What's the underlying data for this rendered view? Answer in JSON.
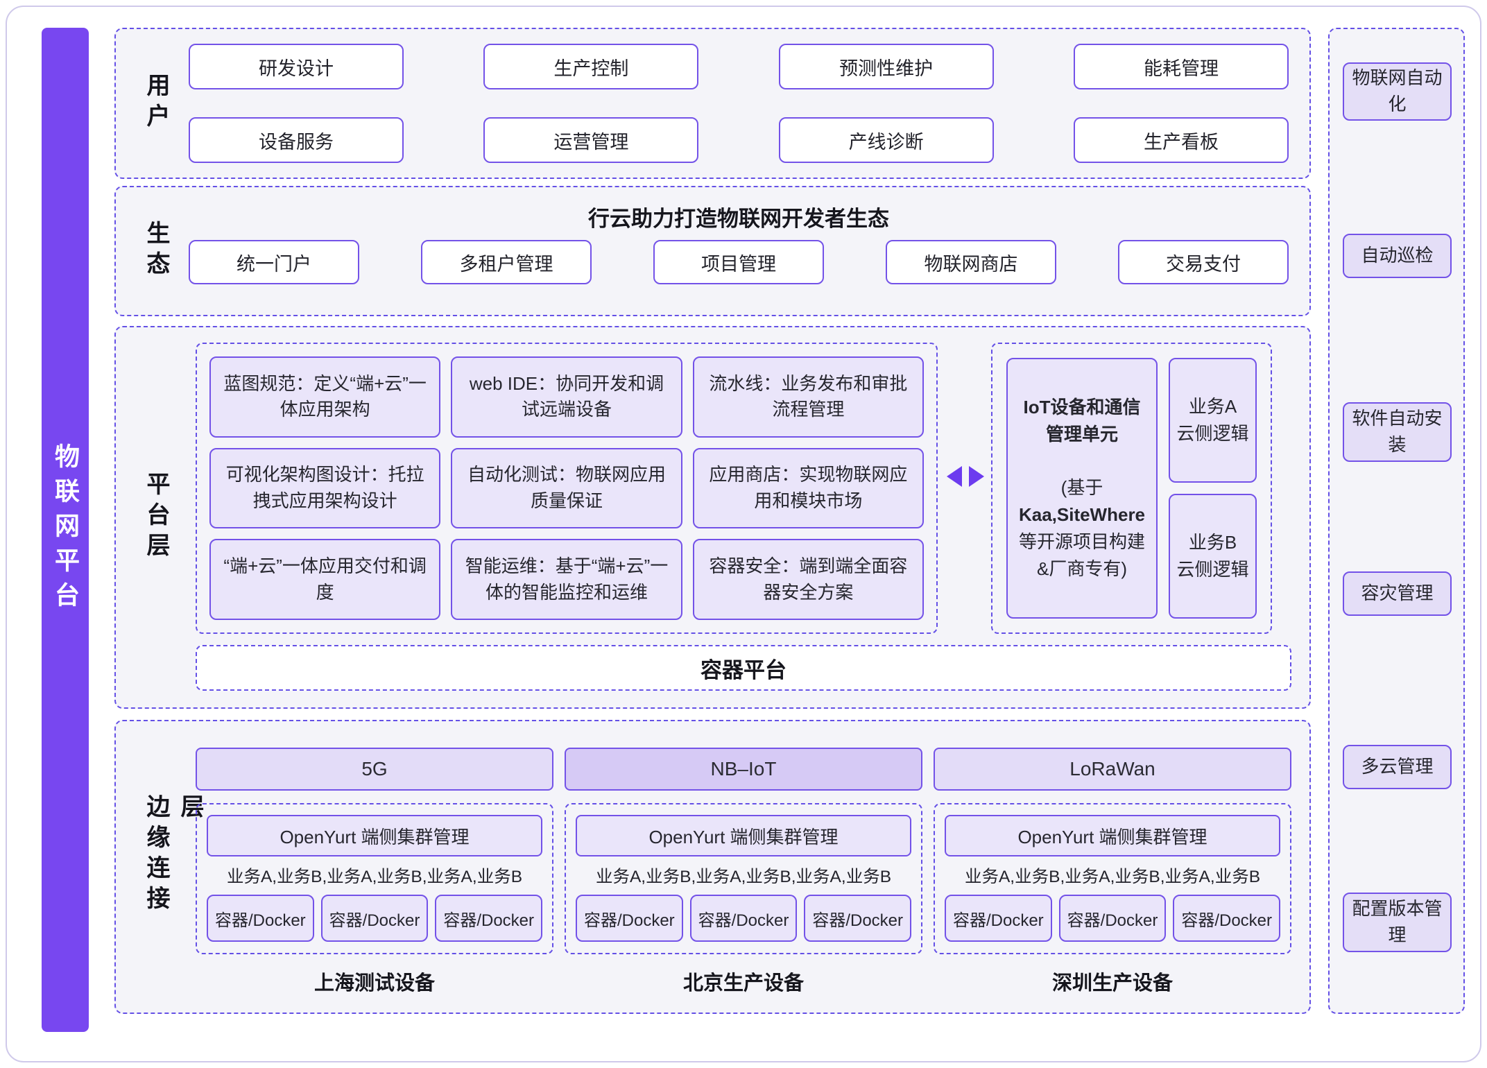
{
  "page": {
    "left_bar_title": "物联网平台"
  },
  "user": {
    "label": "用户",
    "row1": [
      "研发设计",
      "生产控制",
      "预测性维护",
      "能耗管理"
    ],
    "row2": [
      "设备服务",
      "运营管理",
      "产线诊断",
      "生产看板"
    ]
  },
  "eco": {
    "label": "生态",
    "title": "行云助力打造物联网开发者生态",
    "boxes": [
      "统一门户",
      "多租户管理",
      "项目管理",
      "物联网商店",
      "交易支付"
    ]
  },
  "platform": {
    "label": "平台层",
    "grid": [
      "蓝图规范：定义“端+云”一体应用架构",
      "web IDE：协同开发和调试远端设备",
      "流水线：业务发布和审批流程管理",
      "可视化架构图设计：托拉拽式应用架构设计",
      "自动化测试：物联网应用质量保证",
      "应用商店：实现物联网应用和模块市场",
      "“端+云”一体应用交付和调度",
      "智能运维：基于“端+云”一体的智能监控和运维",
      "容器安全：端到端全面容器安全方案"
    ],
    "iot_unit": {
      "title": "IoT设备和通信管理单元",
      "sub1": "(基于",
      "sub2": "Kaa,SiteWhere",
      "sub3": "等开源项目构建",
      "sub4": "&厂商专有)"
    },
    "cloud_a": {
      "l1": "业务A",
      "l2": "云侧逻辑"
    },
    "cloud_b": {
      "l1": "业务B",
      "l2": "云侧逻辑"
    },
    "container_bar": "容器平台"
  },
  "edge": {
    "label": "边缘连接层",
    "columns": [
      {
        "network": "5G",
        "cluster": "OpenYurt 端侧集群管理",
        "services": "业务A,业务B,业务A,业务B,业务A,业务B",
        "docker": [
          "容器/Docker",
          "容器/Docker",
          "容器/Docker"
        ],
        "device": "上海测试设备"
      },
      {
        "network": "NB–IoT",
        "cluster": "OpenYurt 端侧集群管理",
        "services": "业务A,业务B,业务A,业务B,业务A,业务B",
        "docker": [
          "容器/Docker",
          "容器/Docker",
          "容器/Docker"
        ],
        "device": "北京生产设备"
      },
      {
        "network": "LoRaWan",
        "cluster": "OpenYurt 端侧集群管理",
        "services": "业务A,业务B,业务A,业务B,业务A,业务B",
        "docker": [
          "容器/Docker",
          "容器/Docker",
          "容器/Docker"
        ],
        "device": "深圳生产设备"
      }
    ]
  },
  "sidebar": {
    "items": [
      "物联网自动化",
      "自动巡检",
      "软件自动安装",
      "容灾管理",
      "多云管理",
      "配置版本管理"
    ]
  }
}
